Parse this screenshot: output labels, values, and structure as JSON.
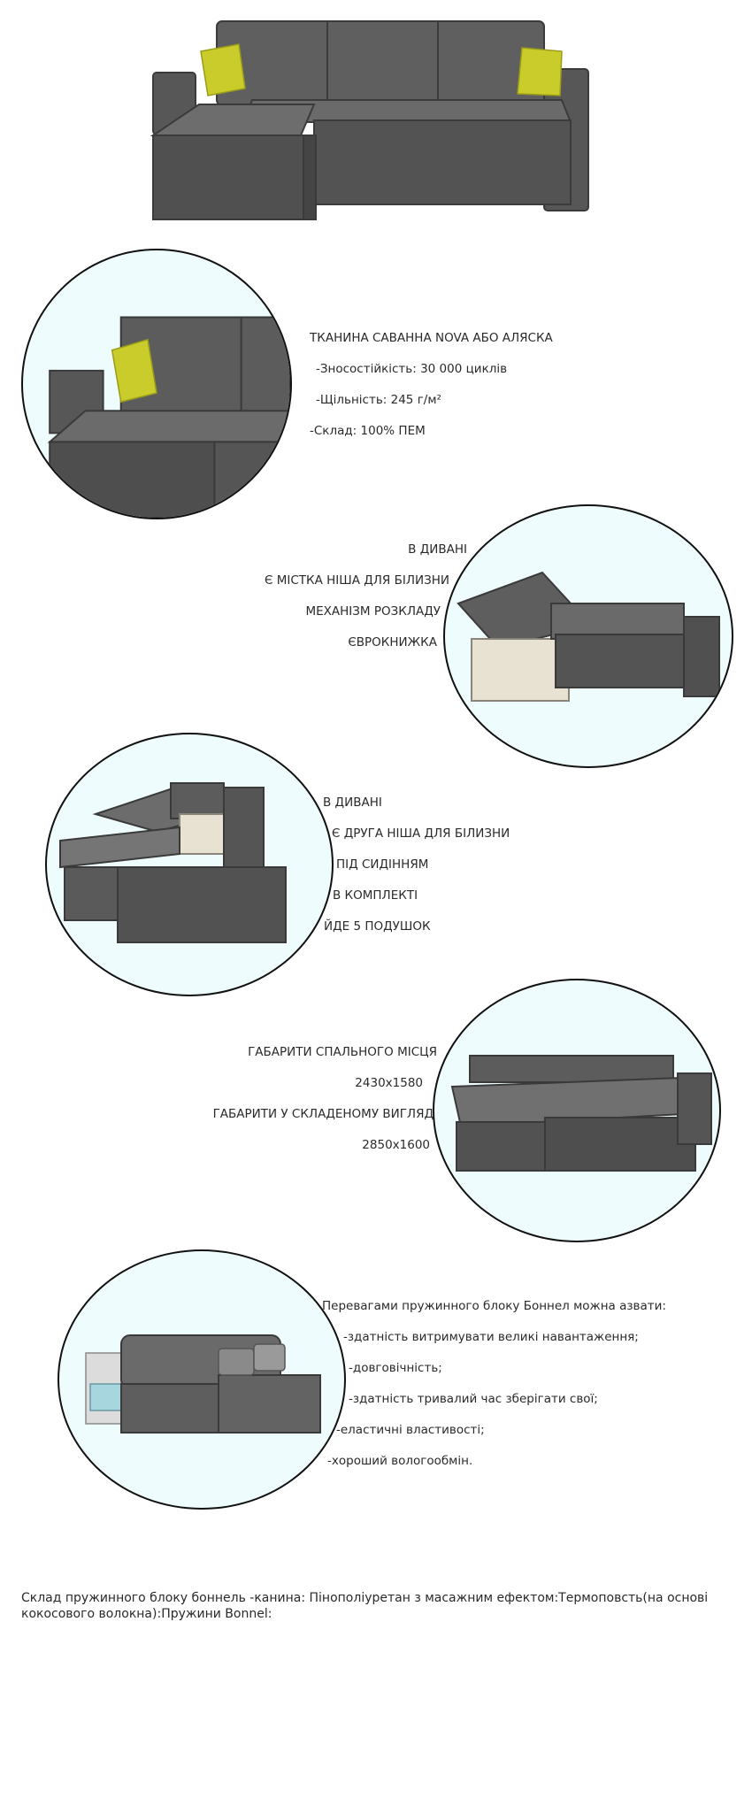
{
  "section1": {
    "heading": "ТКАНИНА САВАННА NOVA АБО АЛЯСКА",
    "lines": [
      "-Зносостійкість: 30 000 циклів",
      "-Щільність: 245 г/м²",
      "-Склад: 100% ПЕМ"
    ]
  },
  "section2": {
    "lines": [
      "В ДИВАНІ",
      "Є МІСТКА НІША ДЛЯ БІЛИЗНИ",
      "МЕХАНІЗМ РОЗКЛАДУ",
      "ЄВРОКНИЖКА"
    ]
  },
  "section3": {
    "lines": [
      "В ДИВАНІ",
      "Є ДРУГА НІША ДЛЯ БІЛИЗНИ",
      "ПІД СИДІННЯМ",
      "В КОМПЛЕКТІ",
      "ЙДЕ 5 ПОДУШОК"
    ]
  },
  "section4": {
    "lines": [
      "ГАБАРИТИ СПАЛЬНОГО МІСЦЯ",
      "2430x1580",
      "ГАБАРИТИ У СКЛАДЕНОМУ ВИГЛЯДІ",
      "2850x1600"
    ]
  },
  "section5": {
    "lines": [
      "Перевагами пружинного блоку Боннел можна азвати:",
      "-здатність витримувати великі навантаження;",
      "-довговічність;",
      "-здатність тривалий час зберігати свої;",
      "-еластичні властивості;",
      "-хороший вологообмін."
    ]
  },
  "footer": {
    "text": "Склад пружинного блоку боннель -канина: Пінополіуретан з масажним ефектом:Термоповсть(на основі кокосового волокна):Пружини Bonnel:"
  },
  "colors": {
    "fabric": "#5c5c5c",
    "fabric_dark": "#4a4a4a",
    "pillow": "#c9cc2a",
    "circle_bg": "#eefcfd"
  }
}
